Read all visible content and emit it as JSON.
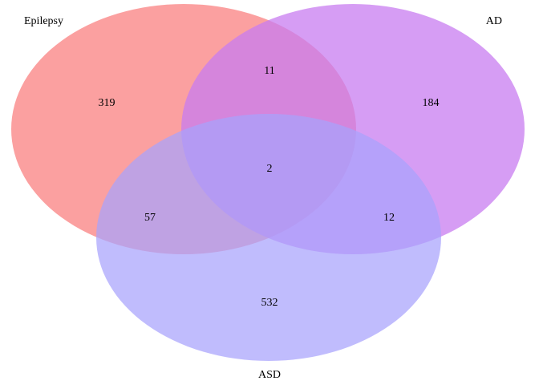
{
  "sets": [
    {
      "key": "epilepsy",
      "label": "Epilepsy",
      "color": "#fa8080"
    },
    {
      "key": "ad",
      "label": "AD",
      "color": "#c87cf0"
    },
    {
      "key": "asd",
      "label": "ASD",
      "color": "#a8a2fc"
    }
  ],
  "regions": {
    "epilepsy_only": "319",
    "ad_only": "184",
    "asd_only": "532",
    "epilepsy_ad": "11",
    "epilepsy_asd": "57",
    "ad_asd": "12",
    "all_three": "2"
  }
}
